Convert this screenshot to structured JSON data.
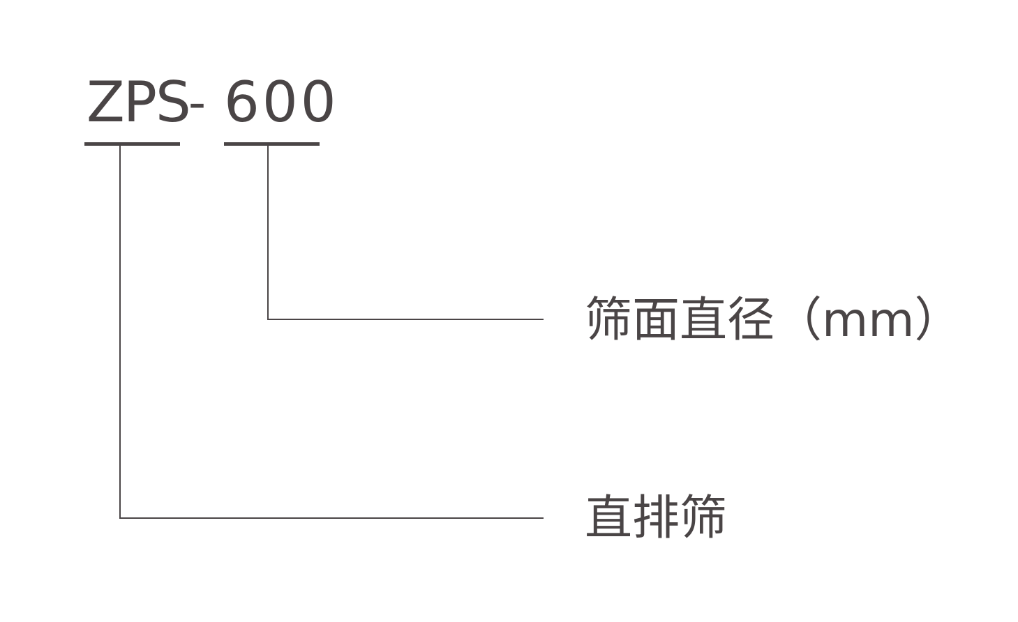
{
  "model": {
    "prefix": "ZPS",
    "separator": "-",
    "number": "600"
  },
  "labels": {
    "number_meaning": "筛面直径（mm）",
    "prefix_meaning": "直排筛"
  },
  "colors": {
    "ink": "#4a4546",
    "background": "#ffffff"
  }
}
